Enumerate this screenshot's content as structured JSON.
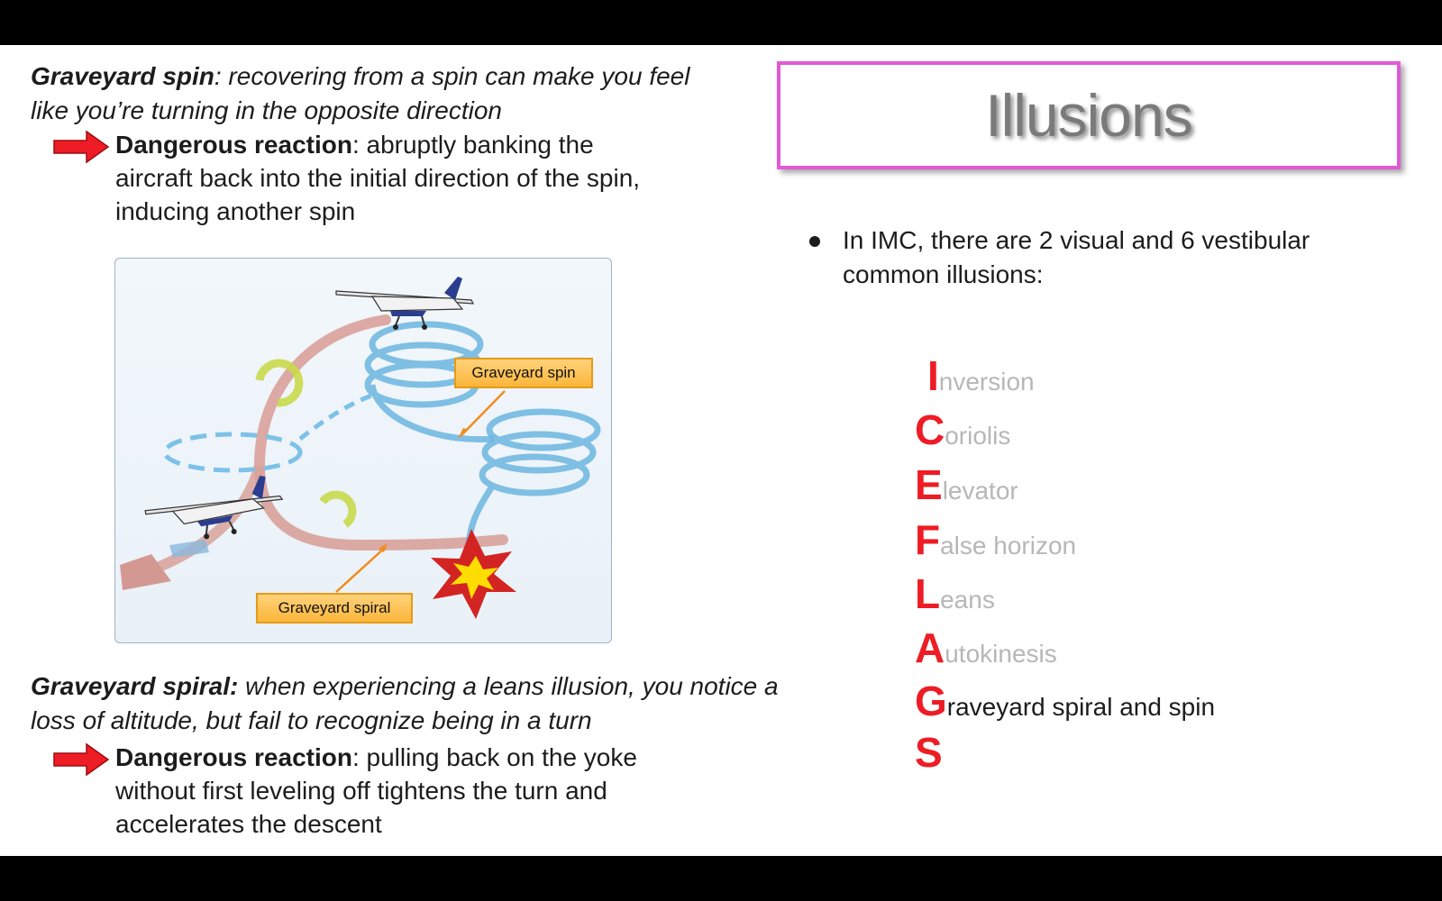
{
  "left": {
    "spin_para": {
      "term": "Graveyard spin",
      "text": ": recovering from a spin can make you feel like you’re turning in the opposite direction"
    },
    "spin_reaction": {
      "label": "Dangerous reaction",
      "text": ": abruptly banking the aircraft back into the initial direction of the spin, inducing another spin"
    },
    "figure": {
      "label_spin": "Graveyard spin",
      "label_spiral": "Graveyard spiral"
    },
    "spiral_para": {
      "term": "Graveyard spiral:",
      "text": " when experiencing a leans illusion, you notice a loss of altitude, but fail to recognize being in a turn"
    },
    "spiral_reaction": {
      "label": "Dangerous reaction",
      "text": ": pulling back on the yoke without first leveling off tightens the turn and accelerates the descent"
    }
  },
  "right": {
    "title": "Illusions",
    "bullet": "In IMC, there are 2 visual and 6 vestibular common illusions:",
    "acronym": [
      {
        "letter": "I",
        "rest": "nversion",
        "active": false
      },
      {
        "letter": "C",
        "rest": "oriolis",
        "active": false
      },
      {
        "letter": "E",
        "rest": "levator",
        "active": false
      },
      {
        "letter": "F",
        "rest": "alse horizon",
        "active": false
      },
      {
        "letter": "L",
        "rest": "eans",
        "active": false
      },
      {
        "letter": "A",
        "rest": "utokinesis",
        "active": false
      },
      {
        "letter": "G",
        "rest": "raveyard spiral and spin",
        "active": true
      },
      {
        "letter": "S",
        "rest": "",
        "active": false
      }
    ]
  },
  "colors": {
    "accent_red": "#ee1c24",
    "title_border": "#e05ad6",
    "spin_blue": "#6cb6e0",
    "spiral_pink": "#d9a19a",
    "label_orange": "#fbb63b"
  }
}
